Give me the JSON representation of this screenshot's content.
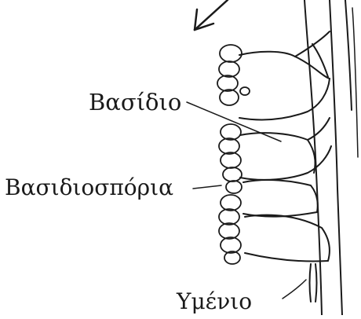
{
  "labels": {
    "basidio": "Βασίδιο",
    "basidiospores": "Βασιδιοσπόρια",
    "hymenio": "Υμένιο"
  },
  "colors": {
    "ink": "#1a1a1a",
    "background": "#ffffff"
  }
}
